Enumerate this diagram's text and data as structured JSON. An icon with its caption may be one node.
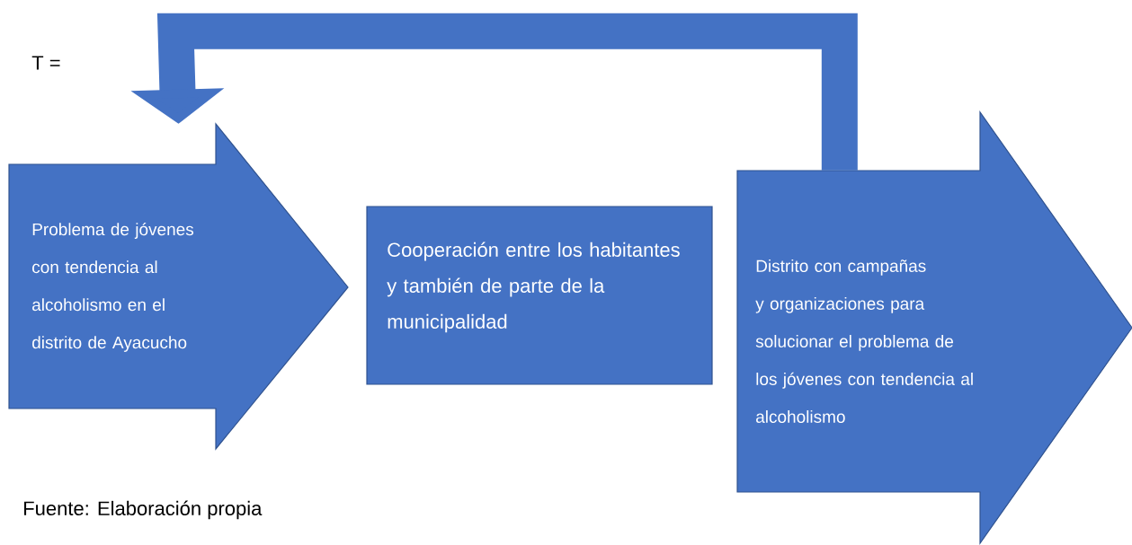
{
  "diagram": {
    "nodes": [
      {
        "text": [
          "Problema de jóvenes con tendencia al alcoholismo en el distrito de Ayacucho"
        ]
      },
      {
        "text": [
          "Cooperación entre los habitantes y también de parte de la municipalidad"
        ]
      },
      {
        "text": [
          "Distrito con campañas y organizaciones para solucionar el problema de los jóvenes con tendencia al alcoholismo"
        ]
      }
    ],
    "edges": [
      {
        "from": 2,
        "to": 0,
        "arrow": "to"
      }
    ],
    "labels": [
      "T =",
      "Fuente: Elaboración propia"
    ]
  }
}
